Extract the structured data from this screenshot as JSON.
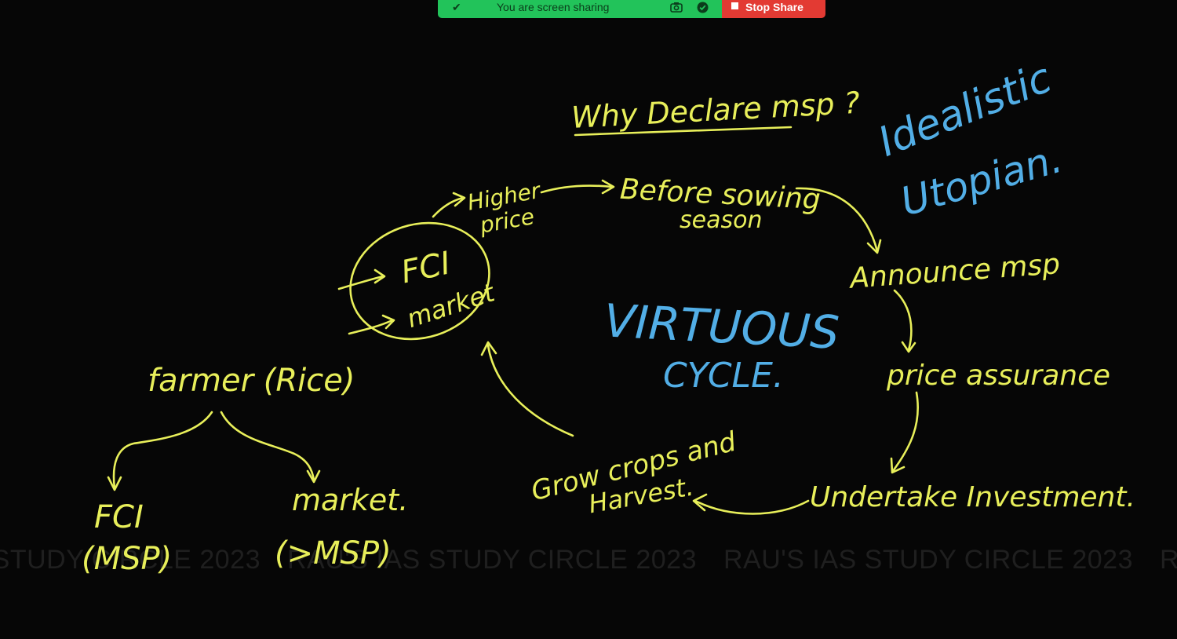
{
  "share_bar": {
    "status_text": "You are screen sharing",
    "stop_label": "Stop Share",
    "icons": [
      "pin-icon",
      "camera-icon",
      "shield-icon"
    ],
    "colors": {
      "status_bg": "#22c35a",
      "stop_bg": "#e33a33"
    }
  },
  "board": {
    "title": "Why Declare msp ?",
    "blue_note_1": "Idealistic",
    "blue_note_2": "Utopian.",
    "center_1": "VIRTUOUS",
    "center_2": "CYCLE.",
    "higher_1": "Higher",
    "higher_2": "price",
    "before_1": "Before sowing",
    "before_2": "season",
    "announce": "Announce msp",
    "assurance": "price assurance",
    "invest": "Undertake Investment.",
    "grow_1": "Grow crops and",
    "grow_2": "Harvest.",
    "fci_1": "FCI",
    "fci_2": "market",
    "farmer": "farmer (Rice)",
    "left_1": "FCI",
    "left_2": "(MSP)",
    "right_1": "market.",
    "right_2": "(>MSP)",
    "colors": {
      "ink_yellow": "#e8ef5a",
      "ink_blue": "#52aee6",
      "background": "#060606"
    }
  },
  "watermark": {
    "text": "RAU'S IAS STUDY CIRCLE 2023"
  }
}
